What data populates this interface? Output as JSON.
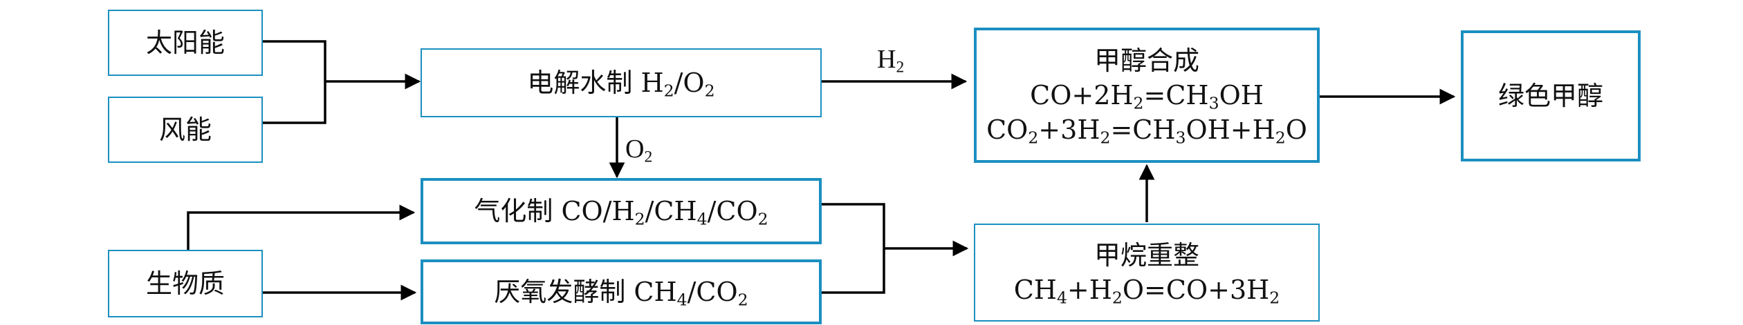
{
  "nodes": {
    "solar": "太阳能",
    "wind": "风能",
    "biomass": "生物质",
    "electrolysis": [
      "电解水制 H",
      "2",
      "/O",
      "2"
    ],
    "gasification": [
      "气化制 CO/H",
      "2",
      "/CH",
      "4",
      "/CO",
      "2"
    ],
    "anaerobic": [
      "厌氧发酵制 CH",
      "4",
      "/CO",
      "2"
    ],
    "synthesis": {
      "title": "甲醇合成",
      "eq1": [
        "CO+2H",
        "2",
        "=CH",
        "3",
        "OH"
      ],
      "eq2": [
        "CO",
        "2",
        "+3H",
        "2",
        "=CH",
        "3",
        "OH+H",
        "2",
        "O"
      ]
    },
    "reforming": {
      "title": "甲烷重整",
      "eq": [
        "CH",
        "4",
        "+H",
        "2",
        "O=CO+3H",
        "2"
      ]
    },
    "green_methanol": "绿色甲醇"
  },
  "edge_labels": {
    "h2": [
      "H",
      "2"
    ],
    "o2": [
      "O",
      "2"
    ]
  },
  "colors": {
    "box_border": "#1b8fc0",
    "text": "#111111",
    "line": "#000000"
  }
}
